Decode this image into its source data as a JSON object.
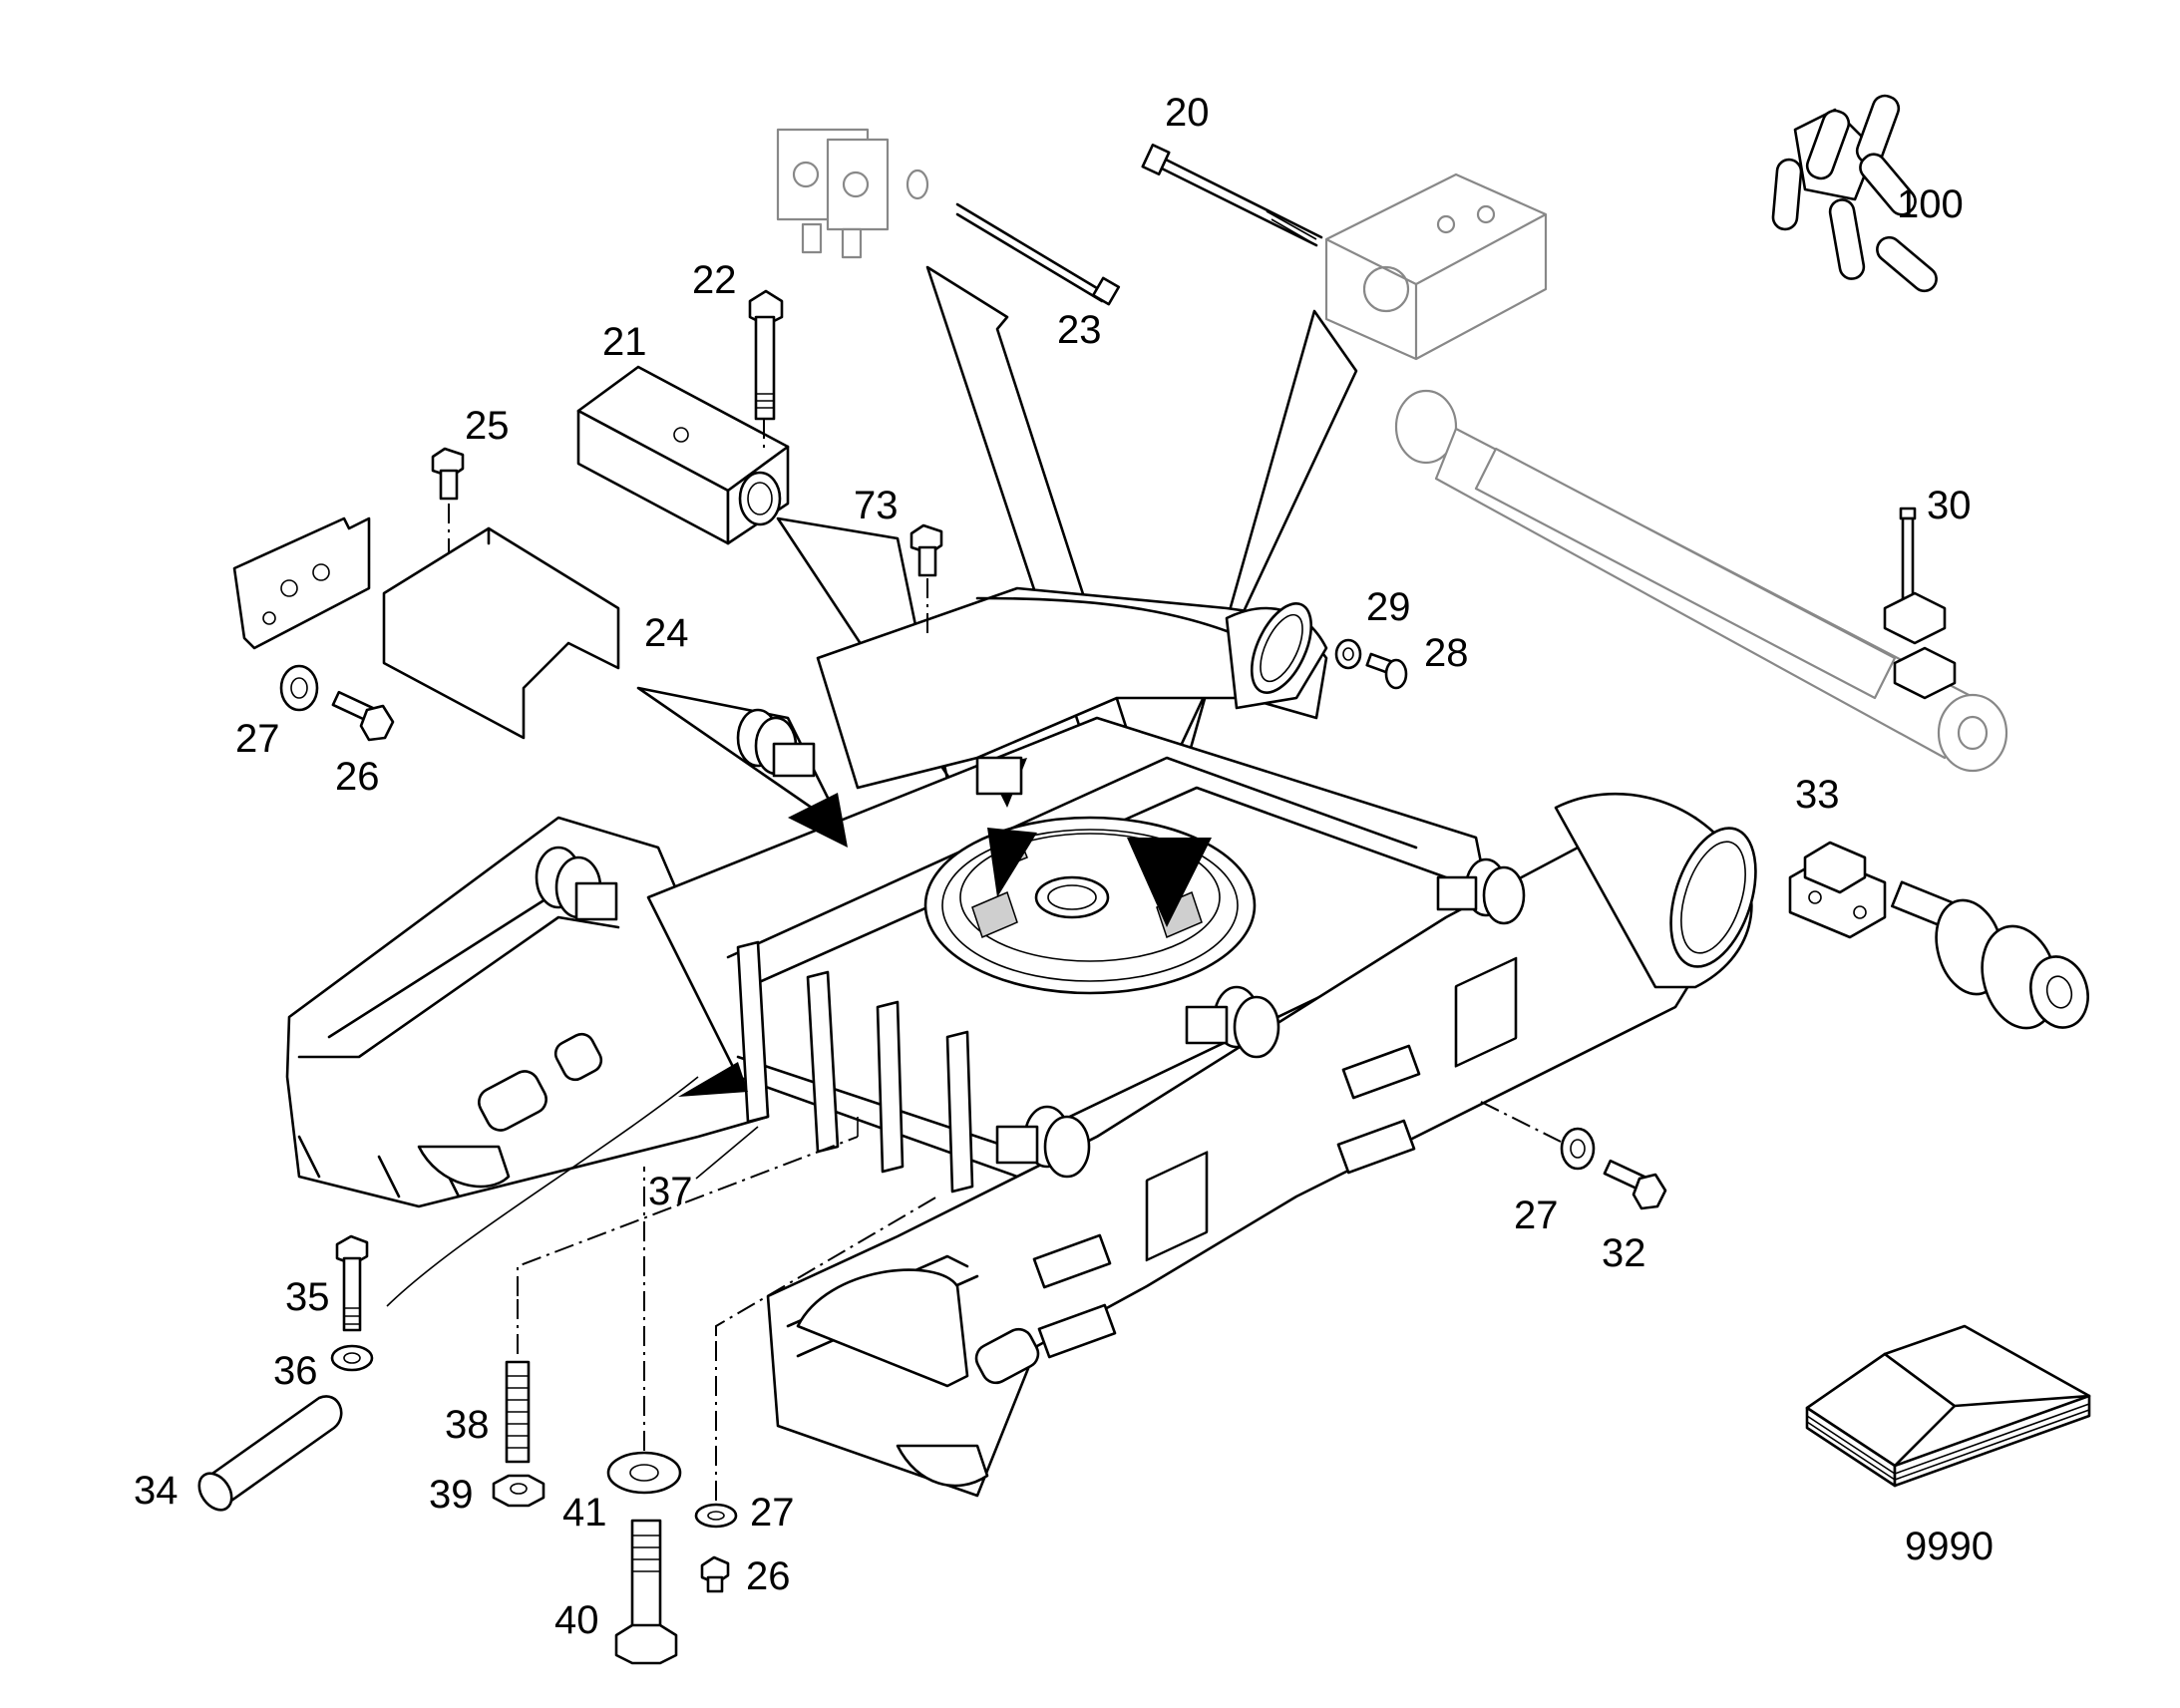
{
  "diagram": {
    "callouts": [
      "20",
      "100",
      "22",
      "23",
      "21",
      "25",
      "30",
      "73",
      "29",
      "28",
      "24",
      "27",
      "26",
      "33",
      "37",
      "27",
      "32",
      "35",
      "36",
      "38",
      "34",
      "39",
      "41",
      "27",
      "40",
      "26",
      "9990"
    ]
  }
}
